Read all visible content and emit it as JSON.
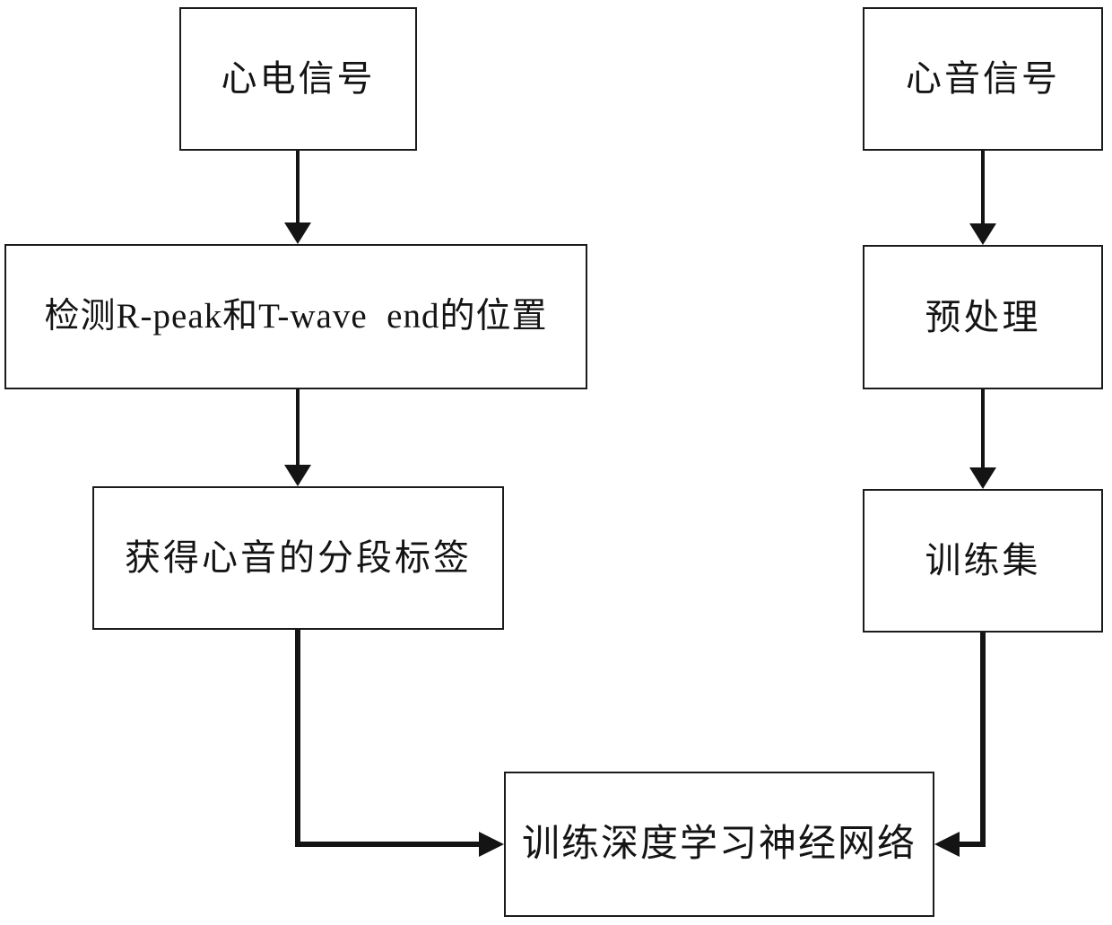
{
  "diagram": {
    "background_color": "#ffffff",
    "line_color": "#141414",
    "border_color": "#1b1b1b",
    "nodes": [
      {
        "id": "ecg-signal",
        "label": "心电信号"
      },
      {
        "id": "pcg-signal",
        "label": "心音信号"
      },
      {
        "id": "detect-positions",
        "label": "检测R-peak和T-wave  end的位置"
      },
      {
        "id": "preprocess",
        "label": "预处理"
      },
      {
        "id": "segment-labels",
        "label": "获得心音的分段标签"
      },
      {
        "id": "training-set",
        "label": "训练集"
      },
      {
        "id": "train-network",
        "label": "训练深度学习神经网络"
      }
    ],
    "edges": [
      {
        "from": "ecg-signal",
        "to": "detect-positions",
        "style": "straight-down-arrow"
      },
      {
        "from": "pcg-signal",
        "to": "preprocess",
        "style": "straight-down-arrow"
      },
      {
        "from": "detect-positions",
        "to": "segment-labels",
        "style": "straight-down-arrow"
      },
      {
        "from": "preprocess",
        "to": "training-set",
        "style": "straight-down-arrow"
      },
      {
        "from": "segment-labels",
        "to": "train-network",
        "style": "elbow-down-right-arrow"
      },
      {
        "from": "training-set",
        "to": "train-network",
        "style": "elbow-down-left-arrow"
      }
    ]
  }
}
